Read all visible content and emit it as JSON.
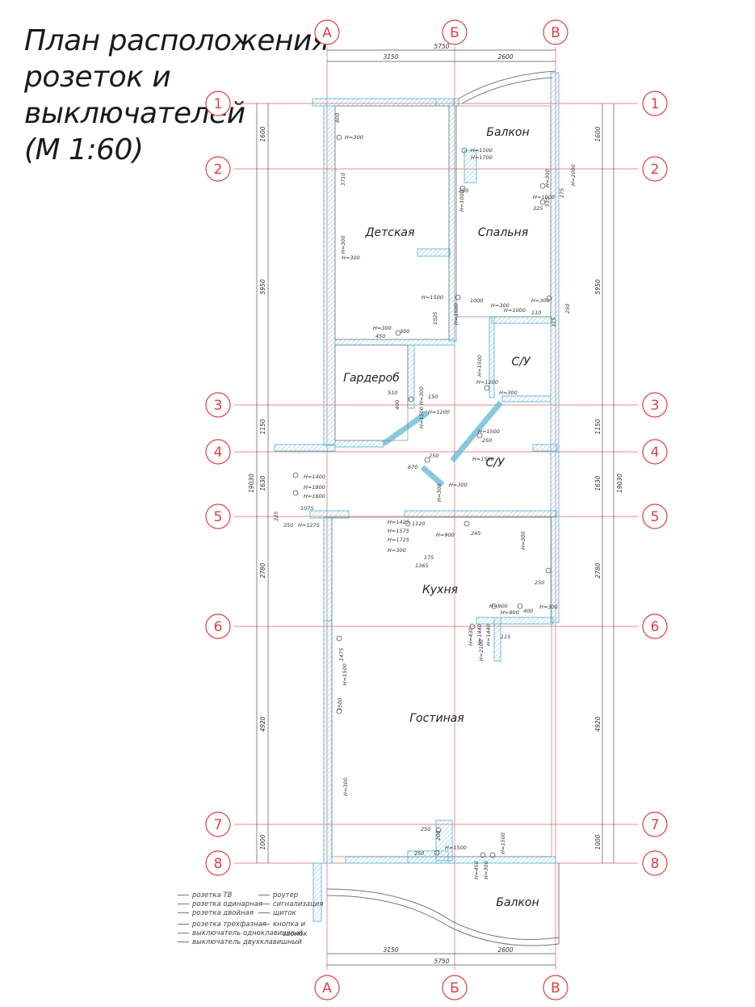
{
  "title": {
    "line1": "План расположения",
    "line2": "розеток и",
    "line3": "выключателей",
    "line4": "(М 1:60)"
  },
  "axes": {
    "letters": [
      "А",
      "Б",
      "В"
    ],
    "numbers": [
      "1",
      "2",
      "3",
      "4",
      "5",
      "6",
      "7",
      "8"
    ]
  },
  "dimensions": {
    "top_a_b": "3150",
    "top_b_v": "2600",
    "top_total": "5750",
    "bottom_a_b": "3150",
    "bottom_b_v": "2600",
    "bottom_total": "5750",
    "left_1_2": "1600",
    "left_2_3": "5950",
    "left_3_4": "1150",
    "left_4_5": "1630",
    "left_5_6": "2780",
    "left_6_7": "4920",
    "left_7_8": "1000",
    "left_total": "19030",
    "right_1_2": "1600",
    "right_2_3": "5950",
    "right_3_4": "1150",
    "right_4_5": "1630",
    "right_5_6": "2780",
    "right_6_7": "4920",
    "right_7_8": "1000",
    "right_total": "19030"
  },
  "rooms": {
    "balcony_top": "Балкон",
    "kids": "Детская",
    "bedroom": "Спальня",
    "bath_top": "С/У",
    "wardrobe": "Гардероб",
    "bath_bottom": "С/У",
    "kitchen": "Кухня",
    "living": "Гостиная",
    "balcony_bottom": "Балкон"
  },
  "annotations": [
    "800",
    "Н=300",
    "3710",
    "Н=300",
    "Н=300",
    "Н=1500",
    "Н=1700",
    "250",
    "Н=1000",
    "Н=300",
    "Н=1000",
    "325",
    "535",
    "175",
    "Н=2000",
    "Н=1500",
    "1000",
    "1025",
    "Н=1500",
    "Н=300",
    "450",
    "300",
    "Н=300",
    "Н=1000",
    "Н=300",
    "110",
    "315",
    "250",
    "Н=1500",
    "Н=1200",
    "Н=300",
    "510",
    "400",
    "Н=300",
    "150",
    "Н=1500",
    "Н=1200",
    "Н=1500",
    "250",
    "250",
    "Н=1500",
    "670",
    "Н=300",
    "Н=300",
    "Н=1400",
    "Н=1800",
    "Н=1600",
    "1075",
    "325",
    "350",
    "Н=1275",
    "Н=1425",
    "Н=1575",
    "Н=1725",
    "Н=300",
    "1120",
    "Н=900",
    "245",
    "175",
    "1365",
    "Н=300",
    "250",
    "Н=900",
    "Н=900",
    "400",
    "Н=300",
    "Н=430",
    "Н=1440",
    "Н=1440",
    "115",
    "Н=2100",
    "1475",
    "Н=1500",
    "3500",
    "Н=300",
    "250",
    "200",
    "Н=1500",
    "250",
    "Н=1500",
    "Н=450",
    "Н=300"
  ],
  "legend": {
    "tv": "розетка ТВ",
    "single": "розетка одинарная",
    "double": "розетка двойная",
    "triple": "розетка трехфазная",
    "switch1": "выключатель одноклавишный",
    "switch2": "выключатель двухклавишный",
    "router": "роутер",
    "alarm": "сигнализация",
    "panel": "щиток",
    "button": "кнопка и",
    "bell": "звонок"
  }
}
